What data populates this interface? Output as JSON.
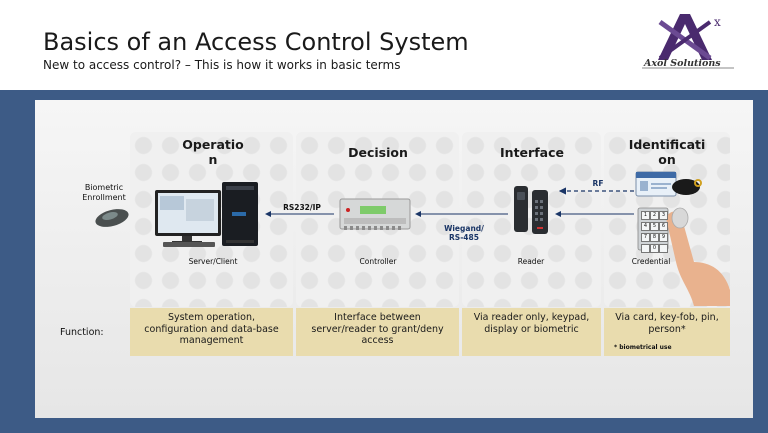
{
  "header": {
    "title": "Basics of an Access Control System",
    "subtitle": "New to access control? – This is how it works in basic terms",
    "logo_mark": "A",
    "logo_sup": "x",
    "logo_text": "Axol Solutions"
  },
  "columns": [
    {
      "title": "Operatio\nn",
      "device_label": "Server/Client",
      "function": "System operation, configuration and data-base management"
    },
    {
      "title": "Decision",
      "device_label": "Controller",
      "function": "Interface between server/reader to grant/deny access"
    },
    {
      "title": "Interface",
      "device_label": "Reader",
      "function": "Via reader only, keypad, display or biometric"
    },
    {
      "title": "Identificati\non",
      "device_label": "Credential",
      "function": "Via card, key-fob, pin, person*"
    }
  ],
  "labels": {
    "biometric": "Biometric\nEnrollment",
    "rs232": "RS232/IP",
    "wiegand": "Wiegand/\nRS-485",
    "rf": "RF",
    "function": "Function:",
    "note": "* biometrical use"
  },
  "keypad_keys": [
    "1",
    "2",
    "3",
    "4",
    "5",
    "6",
    "7",
    "8",
    "9",
    "",
    "0",
    ""
  ],
  "colors": {
    "band": "#3d5b86",
    "function_box": "#e9dcae",
    "arrow": "#1a3566",
    "logo": "#4a2a6e"
  }
}
